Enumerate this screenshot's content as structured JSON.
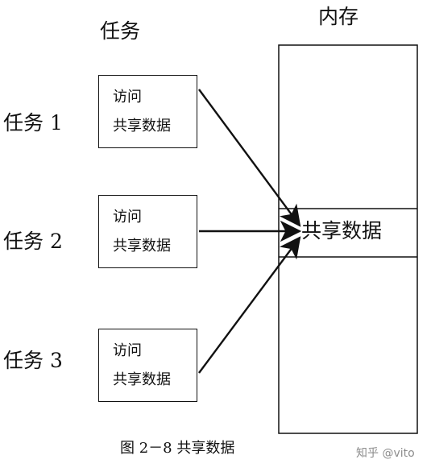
{
  "headers": {
    "tasks": "任务",
    "memory": "内存"
  },
  "tasks": [
    {
      "label": "任务 1",
      "access": "访问",
      "shared": "共享数据"
    },
    {
      "label": "任务 2",
      "access": "访问",
      "shared": "共享数据"
    },
    {
      "label": "任务 3",
      "access": "访问",
      "shared": "共享数据"
    }
  ],
  "memory": {
    "shared_label": "共享数据"
  },
  "caption": "图 2－8 共享数据",
  "watermark": "知乎 @vito",
  "colors": {
    "line": "#111111",
    "watermark": "#8c8c8c"
  }
}
